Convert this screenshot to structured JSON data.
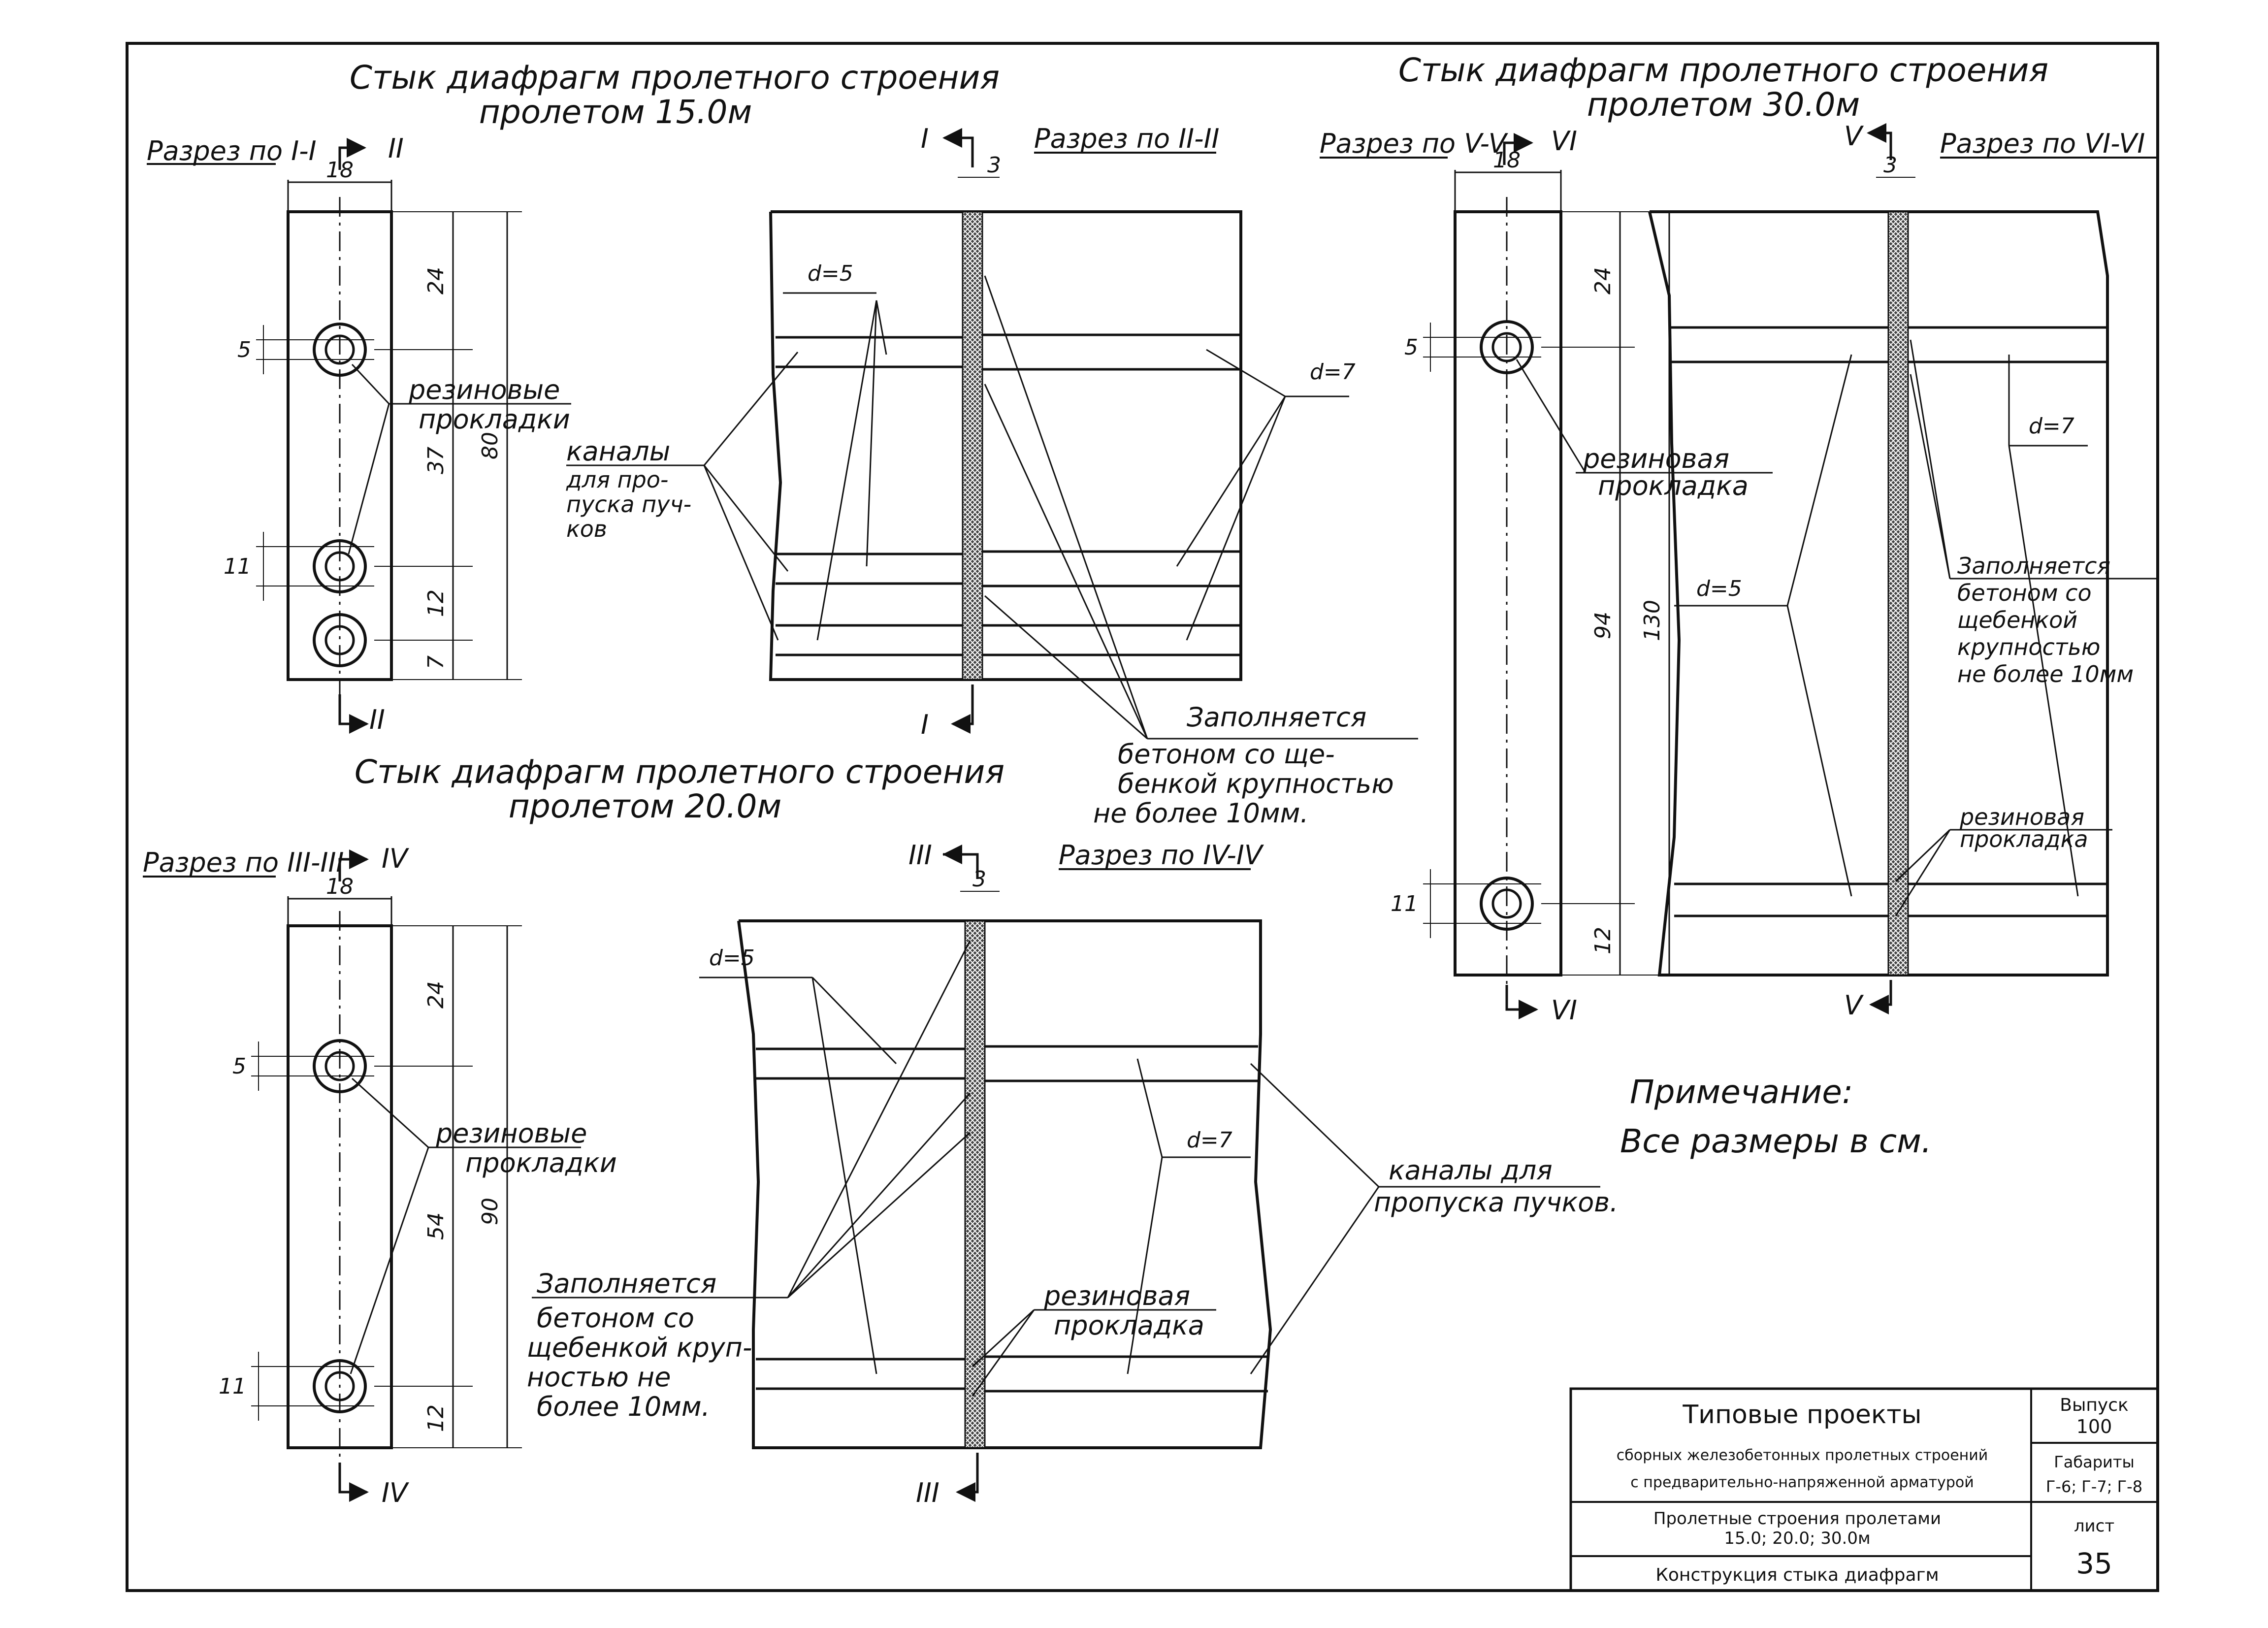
{
  "titles": {
    "span15": [
      "Стык диафрагм пролетного строения",
      "пролетом 15.0м"
    ],
    "span20": [
      "Стык диафрагм пролетного строения",
      "пролетом 20.0м"
    ],
    "span30": [
      "Стык диафрагм пролетного строения",
      "пролетом 30.0м"
    ]
  },
  "sections": {
    "s1": "Разрез по I-I",
    "s2": "Разрез по II-II",
    "s3": "Разрез по III-III",
    "s4": "Разрез по IV-IV",
    "s5": "Разрез по V-V",
    "s6": "Разрез по VI-VI"
  },
  "marks": {
    "I": "I",
    "II": "II",
    "III": "III",
    "IV": "IV",
    "V": "V",
    "VI": "VI"
  },
  "dims": {
    "w18": "18",
    "g3": "3",
    "d5": "d=5",
    "d7": "d=7",
    "p15": [
      "24",
      "37",
      "12",
      "7",
      "80",
      "5",
      "11"
    ],
    "p20": [
      "24",
      "54",
      "12",
      "90",
      "5",
      "11"
    ],
    "p30": [
      "24",
      "94",
      "12",
      "130",
      "5",
      "11"
    ]
  },
  "labels": {
    "rubber_pl": [
      "резиновые",
      "прокладки"
    ],
    "rubber_sg": [
      "резиновая",
      "прокладка"
    ],
    "channels15": [
      "каналы",
      "для про-",
      "пуска пуч-",
      "ков"
    ],
    "channels20": [
      "каналы для",
      "пропуска пучков."
    ],
    "fill15": [
      "Заполняется",
      "бетоном со ще-",
      "бенкой крупностью",
      "не более 10мм."
    ],
    "fill20": [
      "Заполняется",
      "бетоном со",
      "щебенкой круп-",
      "ностью не",
      "более 10мм."
    ],
    "fill30": [
      "Заполняется",
      "бетоном со",
      "щебенкой",
      "крупностью",
      "не более 10мм"
    ]
  },
  "note": {
    "title": "Примечание:",
    "text": "Все размеры в см."
  },
  "title_block": {
    "project": "Типовые проекты",
    "line1": "сборных железобетонных пролетных строений",
    "line2": "с предварительно-напряженной арматурой",
    "line3": "Пролетные строения пролетами",
    "line4": "15.0; 20.0; 30.0м",
    "line5": "Конструкция стыка диафрагм",
    "issue_label": "Выпуск",
    "issue": "100",
    "gab_label": "Габариты",
    "gab": "Г-6; Г-7; Г-8",
    "sheet_label": "лист",
    "sheet": "35"
  }
}
